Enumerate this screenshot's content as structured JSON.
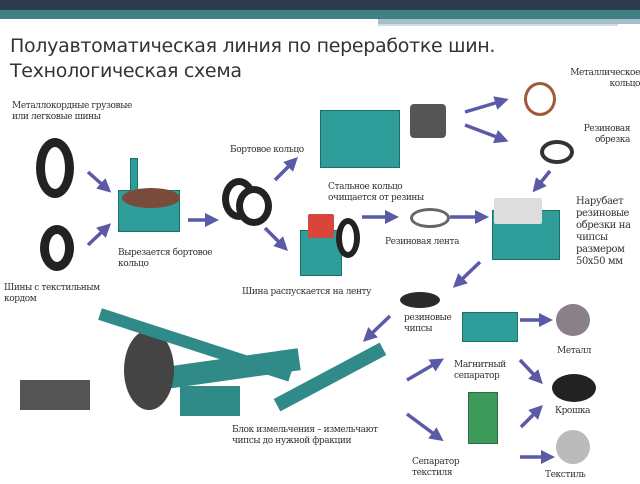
{
  "title": {
    "line1": "Полуавтоматическая линия по переработке шин.",
    "line2": "Технологическая схема"
  },
  "labels": {
    "metal_cord_tires": "Металлокордные грузовые или легковые шины",
    "textile_tires": "Шины с текстильным кордом",
    "bead_cut": "Вырезается бортовое кольцо",
    "bead_ring": "Бортовое кольцо",
    "steel_ring_cleaned": "Стальное кольцо очищается от резины",
    "tire_to_strip": "Шина распускается на ленту",
    "rubber_strip": "Резиновая лента",
    "metal_ring": "Металлическое кольцо",
    "rubber_scrap": "Резиновая обрезка",
    "chopper": "Нарубает резиновые обрезки на чипсы размером 50х50 мм",
    "rubber_chips": "резиновые чипсы",
    "grinding_block": "Блок измельчения – измельчают чипсы до нужной фракции",
    "magnetic_separator": "Магнитный сепаратор",
    "textile_separator": "Сепаратор текстиля",
    "metal": "Металл",
    "crumb": "Крошка",
    "textile": "Текстиль"
  },
  "colors": {
    "arrow": "#5a5aa6",
    "machine": "#2f9e9a",
    "header_dark": "#2e3a4e",
    "header_teal": "#3f7f86"
  }
}
